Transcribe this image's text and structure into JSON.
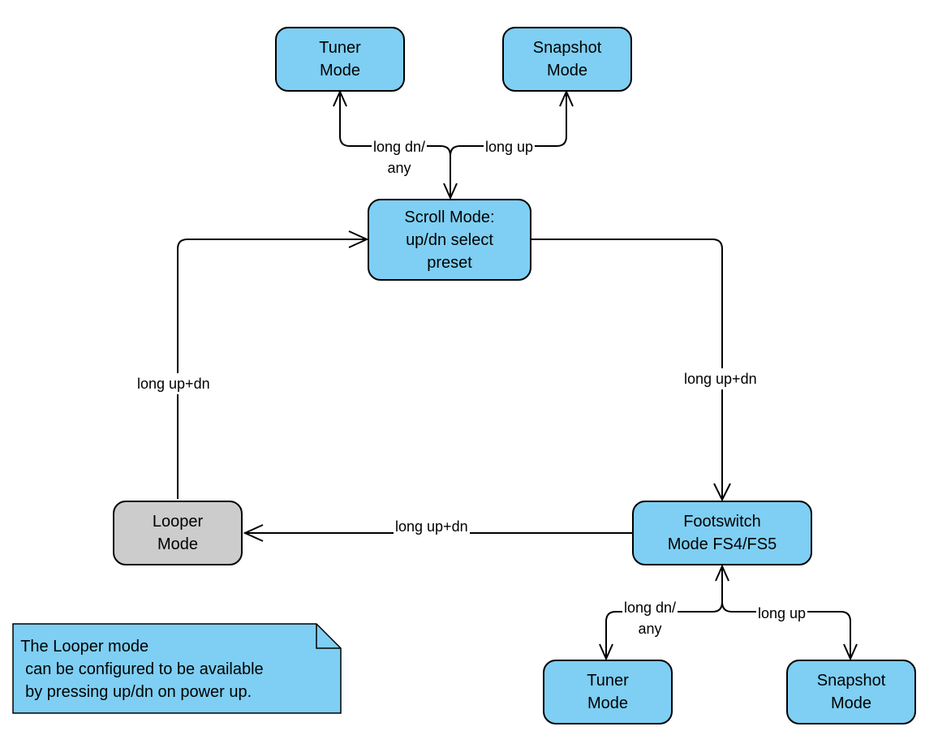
{
  "colors": {
    "node_fill": "#7ecff3",
    "looper_fill": "#cccccc",
    "note_fill": "#7ecff3",
    "stroke": "#000000"
  },
  "nodes": {
    "tuner_top": "Tuner\nMode",
    "snapshot_top": "Snapshot\nMode",
    "scroll": "Scroll Mode:\nup/dn select\npreset",
    "looper": "Looper\nMode",
    "footswitch": "Footswitch\nMode FS4/FS5",
    "tuner_bottom": "Tuner\nMode",
    "snapshot_bottom": "Snapshot\nMode"
  },
  "edges": {
    "top_left": "long dn/\nany",
    "top_right": "long up",
    "looper_to_scroll": "long up+dn",
    "scroll_to_footswitch": "long up+dn",
    "footswitch_to_looper": "long up+dn",
    "bottom_left": "long dn/\nany",
    "bottom_right": "long up"
  },
  "note": " The Looper mode\n  can be configured to be available\n  by pressing up/dn on power up."
}
